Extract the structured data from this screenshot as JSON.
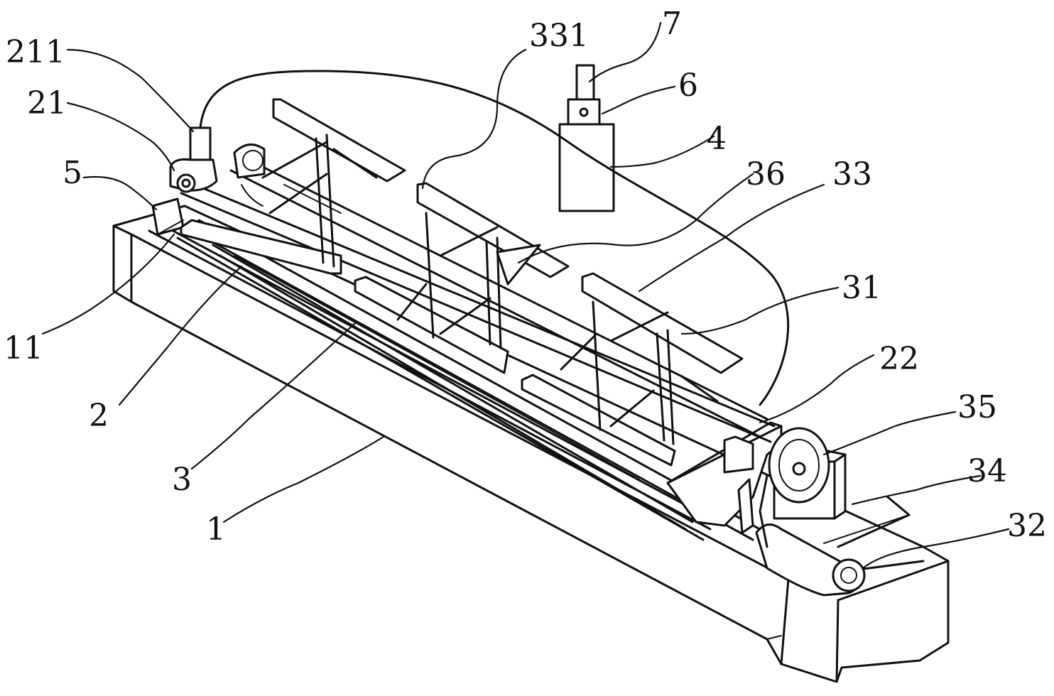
{
  "labels": {
    "l211": "211",
    "l21": "21",
    "l5": "5",
    "l11": "11",
    "l2": "2",
    "l3": "3",
    "l1": "1",
    "l331": "331",
    "l7": "7",
    "l6": "6",
    "l4": "4",
    "l36": "36",
    "l33": "33",
    "l31": "31",
    "l22": "22",
    "l35": "35",
    "l34": "34",
    "l32": "32"
  }
}
